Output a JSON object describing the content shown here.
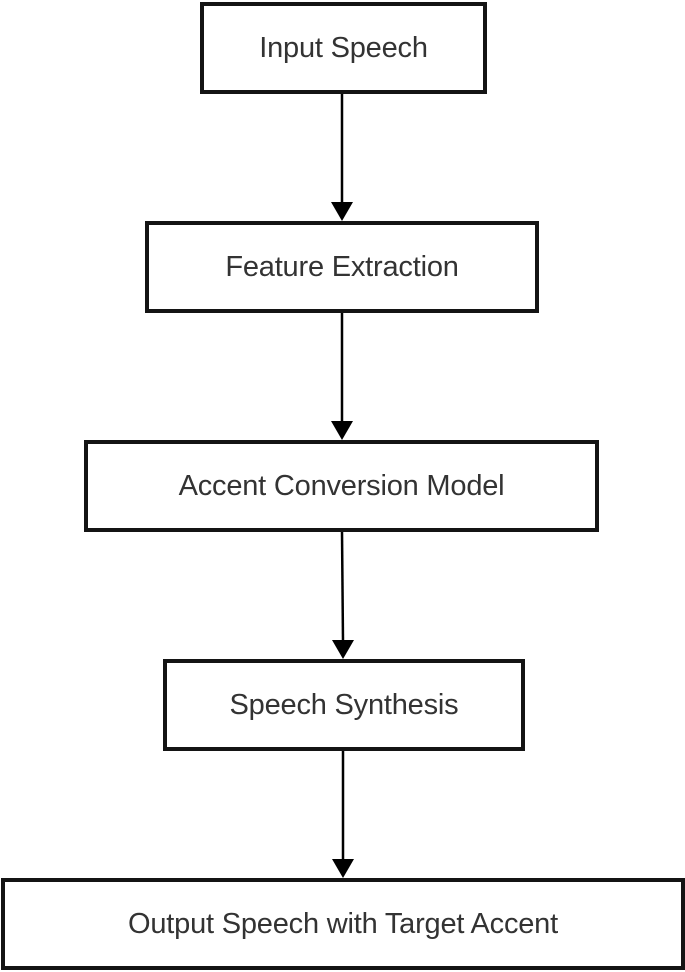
{
  "diagram": {
    "type": "flowchart",
    "direction": "top-to-bottom",
    "colors": {
      "border": "#141414",
      "text": "#333333",
      "arrow": "#000000",
      "background": "#ffffff"
    },
    "nodes": [
      {
        "id": "n1",
        "label": "Input Speech"
      },
      {
        "id": "n2",
        "label": "Feature Extraction"
      },
      {
        "id": "n3",
        "label": "Accent Conversion Model"
      },
      {
        "id": "n4",
        "label": "Speech Synthesis"
      },
      {
        "id": "n5",
        "label": "Output Speech with Target Accent"
      }
    ],
    "edges": [
      {
        "from": "n1",
        "to": "n2"
      },
      {
        "from": "n2",
        "to": "n3"
      },
      {
        "from": "n3",
        "to": "n4"
      },
      {
        "from": "n4",
        "to": "n5"
      }
    ]
  }
}
